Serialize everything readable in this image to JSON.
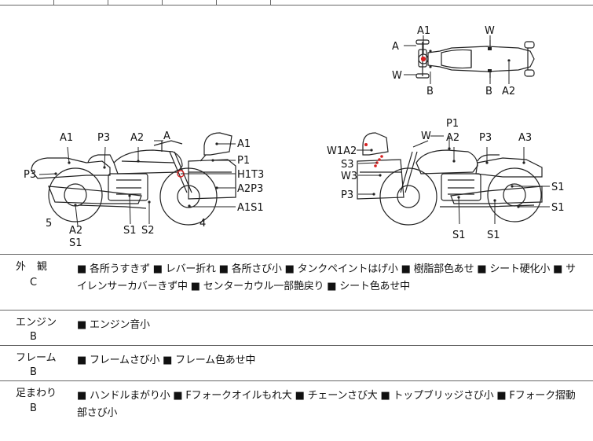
{
  "diagram": {
    "top_view_labels": [
      "A1",
      "W",
      "A",
      "W",
      "B",
      "B",
      "A2"
    ],
    "left_view_labels": [
      "A1",
      "P3",
      "A2",
      "A",
      "A1",
      "P3",
      "P1",
      "H1T3",
      "A2P3",
      "A1S1",
      "5",
      "A2",
      "S1",
      "S1",
      "S2",
      "4"
    ],
    "right_view_labels": [
      "P1",
      "W",
      "A2",
      "P3",
      "A3",
      "W1A2",
      "S3",
      "W3",
      "P3",
      "S1",
      "S1",
      "S1",
      "S1"
    ]
  },
  "rows": [
    {
      "category": "外観",
      "grade": "C",
      "notes": "■ 各所うすきず ■ レバー折れ ■ 各所さび小 ■ タンクペイントはげ小 ■ 樹脂部色あせ ■ シート硬化小 ■ サイレンサーカバーきず中 ■ センターカウル一部艶戻り ■ シート色あせ中"
    },
    {
      "category": "エンジン",
      "grade": "B",
      "notes": "■ エンジン音小"
    },
    {
      "category": "フレーム",
      "grade": "B",
      "notes": "■ フレームさび小 ■ フレーム色あせ中"
    },
    {
      "category": "足まわり",
      "grade": "B",
      "notes": "■ ハンドルまがり小 ■ Fフォークオイルもれ大 ■ チェーンさび大 ■ トップブリッジさび小 ■ Fフォーク摺動部さび小"
    }
  ]
}
